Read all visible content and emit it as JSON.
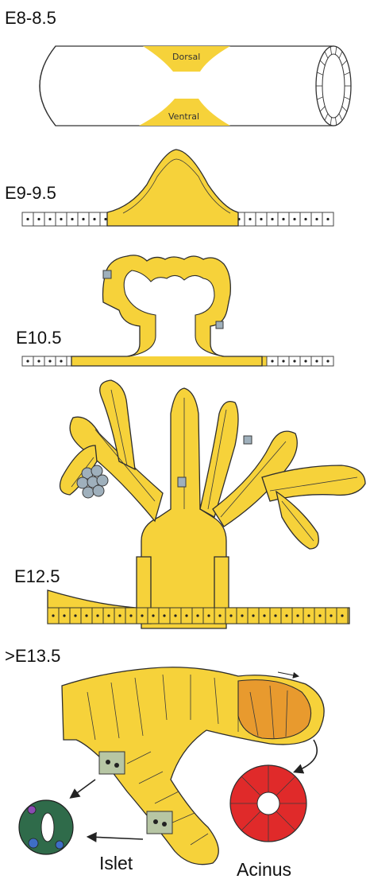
{
  "stages": {
    "s1": "E8-8.5",
    "s2": "E9-9.5",
    "s3": "E10.5",
    "s4": "E12.5",
    "s5": ">E13.5"
  },
  "tube_labels": {
    "dorsal": "Dorsal",
    "ventral": "Ventral"
  },
  "structure_labels": {
    "islet": "Islet",
    "acinus": "Acinus"
  },
  "colors": {
    "epithelium": "#f6d23a",
    "progenitor": "#9fb0bc",
    "acinar_tip": "#e89a2e",
    "acinus": "#e02a2a",
    "endocrine": "#2f6b4a"
  }
}
